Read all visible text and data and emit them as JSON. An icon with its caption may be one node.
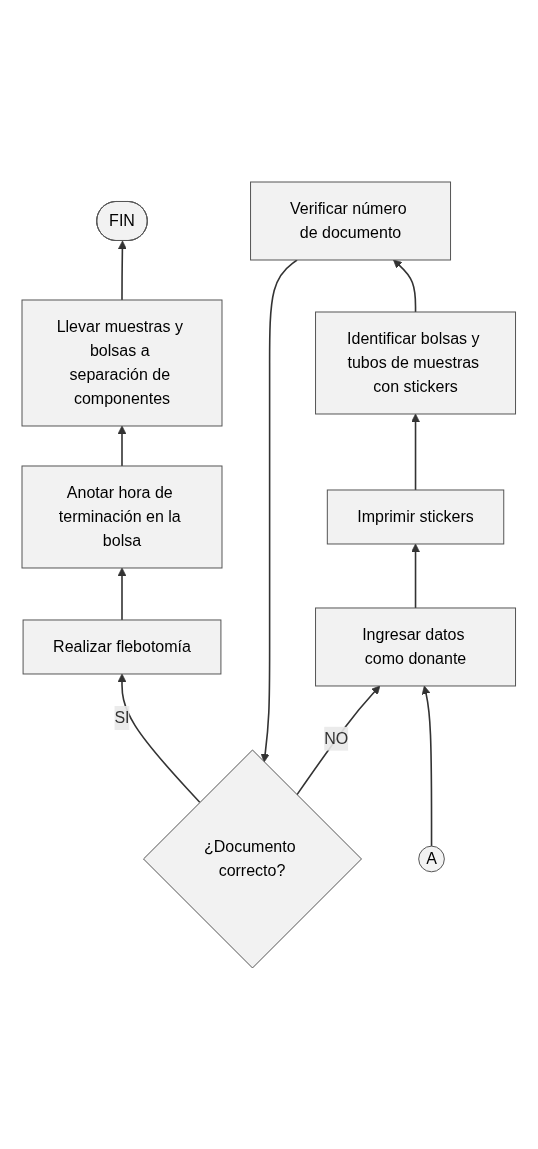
{
  "diagram": {
    "nodes": [
      {
        "text": [
          "FIN"
        ]
      },
      {
        "text": [
          "Llevar muestras y bolsas a separación de componentes"
        ]
      },
      {
        "text": [
          "Anotar hora de terminación en la bolsa"
        ]
      },
      {
        "text": [
          "Realizar flebotomía"
        ]
      },
      {
        "text": [
          "¿Documento correcto?"
        ]
      },
      {
        "text": [
          "Verificar número de documento"
        ]
      },
      {
        "text": [
          "Identificar bolsas y tubos de muestras con stickers"
        ]
      },
      {
        "text": [
          "A"
        ]
      },
      {
        "text": [
          "Ingresar datos como donante"
        ]
      },
      {
        "text": [
          "Imprimir stickers"
        ]
      }
    ],
    "edges": [
      {
        "from": 7,
        "to": 8,
        "arrow": "to"
      },
      {
        "from": 8,
        "to": 9,
        "arrow": "to"
      },
      {
        "from": 9,
        "to": 6,
        "arrow": "to"
      },
      {
        "from": 6,
        "to": 5,
        "arrow": "to"
      },
      {
        "from": 5,
        "to": 4,
        "arrow": "to"
      },
      {
        "from": 4,
        "to": 3,
        "label": "SI",
        "arrow": "to"
      },
      {
        "from": 4,
        "to": 8,
        "label": "NO",
        "arrow": "to"
      },
      {
        "from": 3,
        "to": 2,
        "arrow": "to"
      },
      {
        "from": 2,
        "to": 1,
        "arrow": "to"
      },
      {
        "from": 1,
        "to": 0,
        "arrow": "to"
      }
    ]
  }
}
